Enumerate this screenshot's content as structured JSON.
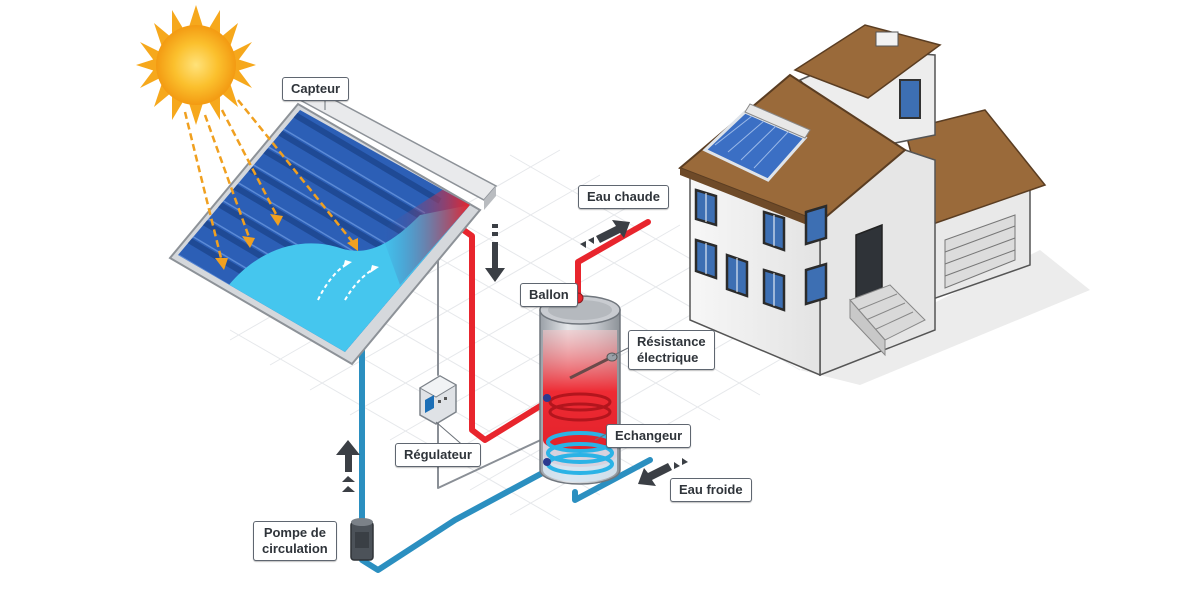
{
  "diagram": {
    "labels": {
      "capteur": "Capteur",
      "eau_chaude": "Eau chaude",
      "ballon": "Ballon",
      "resistance_line1": "Résistance",
      "resistance_line2": "électrique",
      "regulateur": "Régulateur",
      "echangeur": "Echangeur",
      "eau_froide": "Eau froide",
      "pompe_line1": "Pompe de",
      "pompe_line2": "circulation"
    },
    "colors": {
      "hot_pipe": "#e8252d",
      "cold_pipe": "#2b8fc0",
      "panel_blue": "#2c5fb6",
      "panel_fluid": "#45c6ee",
      "sun": "#f6a81c",
      "sun_rays": "#f0a020",
      "roof": "#9a6a3a",
      "house_wall": "#f2f2f2",
      "tank_silver": "#c9ccd1",
      "arrow_dark": "#3b3f45",
      "control_wire": "#8a8f96"
    },
    "icons": [
      "sun-icon",
      "down-arrow-icon",
      "up-arrow-icon",
      "right-arrow-icon",
      "left-arrow-icon"
    ]
  }
}
